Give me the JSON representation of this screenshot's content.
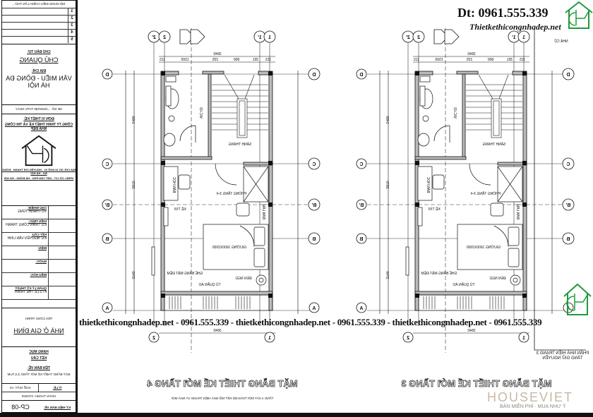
{
  "title_block": {
    "revisions_header": "NỘI DUNG ĐIỀU CHỈNH LẦN THỨ...",
    "revisions": [
      "1",
      "2",
      "3",
      "4",
      "5"
    ],
    "owner_label": "CHỦ ĐẦU TƯ:",
    "owner": "CHỦ QUANG",
    "address_label": "ĐỊA CHỈ:",
    "address": "VĂN MIẾU - ĐỒNG ĐA HÀ NỘI",
    "contract": "HĐ SỐ: .../2020/HĐ-TVTK NGÀY",
    "designer_label": "ĐƠN VỊ THIẾT KẾ:",
    "designer": "CÔNG TY TNHH THIẾT KẾ VÀ THI CÔNG NHÀ ĐẸP",
    "designer_address_1": "ĐỊA CHỈ: SỐ 16 NGÕ 91 - NGUYỄN CHÍ THANH - ĐỐNG ĐA - HÀ NỘI",
    "designer_address_2": "VPĐD: CÔ LV7 - KĐT VĂN PHÚ - HÀ ĐÔNG - HÀ NỘI",
    "signatures": [
      {
        "role": "CHỦ NHIỆM:",
        "name": "VŨ THANH TÙNG"
      },
      {
        "role": "KIẾN TRÚC:",
        "name": "KS. TRẦN CÔNG THÀNH"
      },
      {
        "role": "KẾT CẤU:",
        "name": "KS. NGUYỄN VĂN LINH"
      },
      {
        "role": "ĐIỆN:",
        "name": ""
      },
      {
        "role": "NƯỚC:",
        "name": ""
      },
      {
        "role": "ĐIỀU HÒA:",
        "name": ""
      },
      {
        "role": "QUẢN LÝ KỸ THUẬT:",
        "name": "KTS LÊ THẾ TRÌNH"
      }
    ],
    "project_label": "TÊN CÔNG TRÌNH",
    "project": "NHÀ Ở GIA ĐÌNH",
    "category_label": "HẠNG MỤC",
    "category": "KẾT CẤU",
    "drawing_label": "TÊN BẢN VẼ:",
    "drawing": "MẶT BẰNG THIẾT KẾ MỚI TẦNG 3,4,TUM",
    "scale_label": "TỈ LỆ:",
    "paper": "KHỔ GIẤY: A3",
    "completed": "HOÀN THÀNH: 07/2020",
    "code_label": "KÝ HIỆU BẢN VẼ:",
    "code": "CP-08"
  },
  "plans": [
    {
      "title": "MẶT BẰNG THIẾT KẾ MỚI TẦNG 4",
      "subtitle": "TẦNG 4 XÂY MỚI TOÀN BỘ KẾT NỐI NHÀ HIỆN TRẠNG VÀ NHÀ MỚI",
      "labels": {
        "stair": "SẢNH THANG",
        "wc": "WC-03",
        "room": "PHÒNG TẦNG 3-4",
        "desk": "BÀN HỌC",
        "tv": "KỆ TIVI",
        "bed": "GIƯỜNG 1600X2000",
        "bench": "GHẾ BĂNG MẶT ĐỆM",
        "wardrobe": "TỦ QUẦN ÁO",
        "lamp": "ĐÈN NGỦ",
        "worktable": "BÀN LÀM",
        "dim_total": "3840",
        "dim_a": "115",
        "dim_b": "351",
        "dim_c": "800",
        "dim_d": "225",
        "dim_e": "1500",
        "dim_f": "115",
        "dim_v1": "1490",
        "dim_v2": "2870",
        "dim_v3": "3740"
      },
      "grid": {
        "top": [
          "2'",
          "2",
          "1'",
          "1"
        ],
        "side": [
          "D",
          "C",
          "B'",
          "B",
          "A"
        ]
      }
    },
    {
      "title": "MẶT BẰNG THIẾT KẾ MỚI TẦNG 3",
      "subtitle": "",
      "labels": {
        "stair": "SẢNH THANG",
        "wc": "WC-03",
        "room": "PHÒNG TẦNG 3-4",
        "desk": "BÀN HỌC",
        "tv": "KỆ TIVI",
        "bed": "GIƯỜNG 1600X2000",
        "bench": "GHẾ BĂNG MẶT ĐỆM",
        "wardrobe": "TỦ QUẦN ÁO",
        "lamp": "ĐÈN NGỦ",
        "worktable": "BÀN LÀM",
        "dim_total": "3840",
        "dim_a": "115",
        "dim_b": "351",
        "dim_c": "800",
        "dim_d": "225",
        "dim_e": "1500",
        "dim_f": "115",
        "dim_v1": "1490",
        "dim_v2": "2870",
        "dim_v3": "3740"
      },
      "grid": {
        "top": [
          "2'",
          "2",
          "1'",
          "1"
        ],
        "side": [
          "D",
          "C",
          "B'",
          "B",
          "A"
        ]
      },
      "existing_note": "PHẦN NHÀ HIỆN TRẠNG 3 TẦNG GIỮ NGUYÊN",
      "existing_box": "NHÀ CŨ"
    }
  ],
  "watermark": "thietkethicongnhadep.net - 0961.555.339 - thietkethicongnhadep.net - 0961.555.339 - thietkethicongnhadep.net - 0961.555.339",
  "contact": {
    "phone": "Dt: 0961.555.339",
    "site": "Thietkethicongnhadep.net"
  },
  "brand": {
    "name": "HOUSEVIET",
    "tagline": "BÁN MIỄN PHÍ · MUA NHƯ Ý"
  },
  "colors": {
    "logo_green": "#1f9a3a",
    "brand_tan": "#c9b8a2",
    "line": "#111111"
  }
}
